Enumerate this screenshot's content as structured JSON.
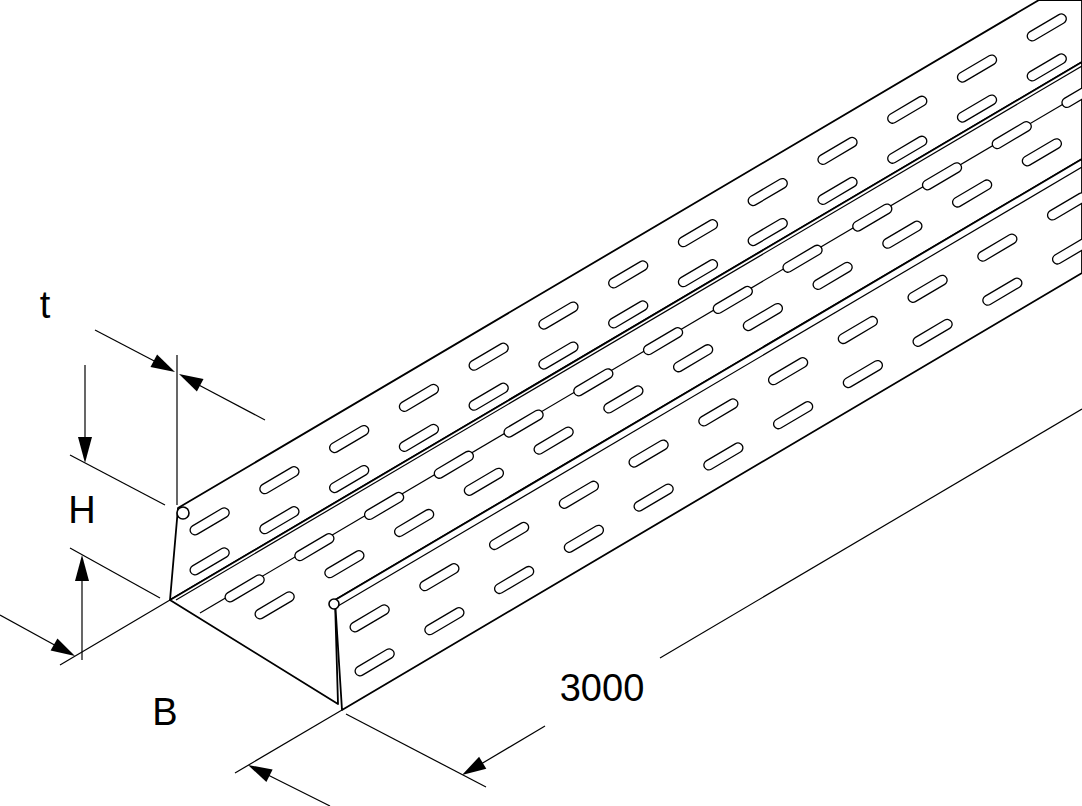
{
  "diagram": {
    "labels": [
      "t",
      "H",
      "B",
      "3000"
    ]
  }
}
